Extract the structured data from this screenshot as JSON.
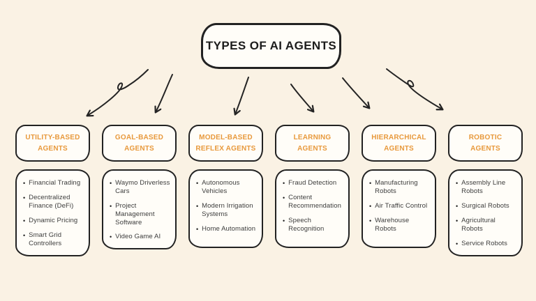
{
  "title": "TYPES OF AI AGENTS",
  "colors": {
    "background": "#faf2e4",
    "box_fill": "#fffdf8",
    "border": "#222222",
    "arrow": "#242424",
    "heading_accent": "#e8993c",
    "body_text": "#3c3c3c"
  },
  "columns": [
    {
      "heading": "UTILITY-BASED AGENTS",
      "items": [
        "Financial Trading",
        "Decentralized Finance (DeFi)",
        "Dynamic Pricing",
        "Smart Grid Controllers"
      ]
    },
    {
      "heading": "GOAL-BASED AGENTS",
      "items": [
        "Waymo Driverless Cars",
        "Project Management Software",
        "Video Game AI"
      ]
    },
    {
      "heading": "MODEL-BASED REFLEX AGENTS",
      "items": [
        "Autonomous Vehicles",
        "Modern Irrigation Systems",
        "Home Automation"
      ]
    },
    {
      "heading": "LEARNING AGENTS",
      "items": [
        "Fraud Detection",
        "Content Recommendation",
        "Speech Recognition"
      ]
    },
    {
      "heading": "HIERARCHICAL AGENTS",
      "items": [
        "Manufacturing Robots",
        "Air Traffic Control",
        "Warehouse Robots"
      ]
    },
    {
      "heading": "ROBOTIC AGENTS",
      "items": [
        "Assembly Line Robots",
        "Surgical Robots",
        "Agricultural Robots",
        "Service Robots"
      ]
    }
  ]
}
